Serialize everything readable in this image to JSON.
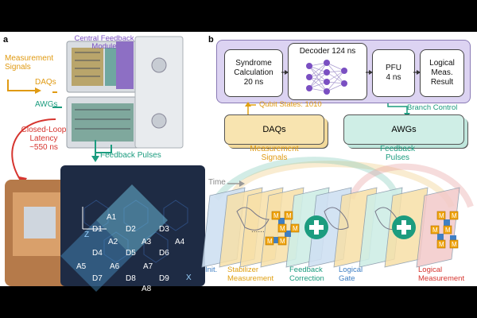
{
  "panel_a": {
    "letter": "a",
    "measurement_signals": "Measurement\nSignals",
    "central_feedback_module": "Central Feedback\nModule",
    "daqs": "DAQs",
    "awgs": "AWGs",
    "closed_loop": "Closed-Loop\nLatency\n~550 ns",
    "feedback_pulses": "Feedback Pulses",
    "data_qubits": [
      "D1",
      "D2",
      "D3",
      "D4",
      "D5",
      "D6",
      "D7",
      "D8",
      "D9"
    ],
    "ancilla_qubits": [
      "A1",
      "A2",
      "A3",
      "A4",
      "A5",
      "A6",
      "A7",
      "A8"
    ],
    "z_axis": "Z",
    "x_axis": "X"
  },
  "panel_b": {
    "letter": "b",
    "syndrome_calc": "Syndrome\nCalculation\n20 ns",
    "decoder": "Decoder 124 ns",
    "pfu": "PFU\n4 ns",
    "logical_result": "Logical\nMeas.\nResult",
    "qubit_states": "Qubit States: 1010",
    "branch_control": "Branch Control",
    "daqs": "DAQs",
    "awgs": "AWGs",
    "measurement_signals": "Measurement\nSignals",
    "feedback_pulses": "Feedback\nPulses",
    "time": "Time",
    "ellipsis": "......",
    "measure_symbol": "M",
    "steps": [
      {
        "label": "Init.",
        "color": "#3f7fc4"
      },
      {
        "label": "Stabilizer\nMeasurement",
        "color": "#e0a012"
      },
      {
        "label": "Feedback\nCorrection",
        "color": "#1c9c7f"
      },
      {
        "label": "Logical\nGate",
        "color": "#3f7fc4"
      },
      {
        "label": "Logical\nMeasurement",
        "color": "#d6352f"
      }
    ]
  }
}
